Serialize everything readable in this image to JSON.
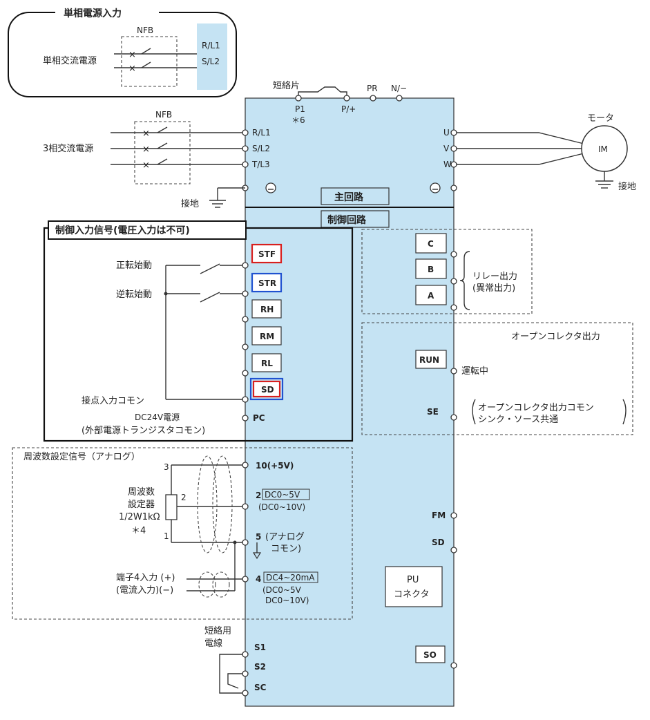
{
  "colors": {
    "panel": "#c5e3f3",
    "red_box": "#d8201e",
    "blue_box": "#2052d0",
    "frame": "#111111"
  },
  "single_phase": {
    "title": "単相電源入力",
    "nfb": "NFB",
    "source": "単相交流電源",
    "r": "R/L1",
    "s": "S/L2"
  },
  "three_phase": {
    "nfb": "NFB",
    "source": "3相交流電源",
    "r": "R/L1",
    "s": "S/L2",
    "t": "T/L3",
    "ground": "接地"
  },
  "top_terminals": {
    "jumper": "短絡片",
    "p1": "P1",
    "note6": "＊6",
    "pplus": "P/+",
    "pr": "PR",
    "nminus": "N/−"
  },
  "motor": {
    "label": "モータ",
    "im": "IM",
    "u": "U",
    "v": "V",
    "w": "W",
    "ground": "接地"
  },
  "main_circuit": "主回路",
  "control_circuit": "制御回路",
  "control_input": {
    "title": "制御入力信号(電圧入力は不可)",
    "forward": "正転始動",
    "reverse": "逆転始動",
    "common": "接点入力コモン",
    "dc24_line1": "DC24V電源",
    "dc24_line2": "(外部電源トランジスタコモン)",
    "terminals": [
      "STF",
      "STR",
      "RH",
      "RM",
      "RL",
      "SD"
    ],
    "pc": "PC"
  },
  "relay": {
    "terminals": [
      "C",
      "B",
      "A"
    ],
    "label1": "リレー出力",
    "label2": "(異常出力)"
  },
  "oc": {
    "title": "オープンコレクタ出力",
    "run": "RUN",
    "running": "運転中",
    "se": "SE",
    "se_desc1": "オープンコレクタ出力コモン",
    "se_desc2": "シンク・ソース共通"
  },
  "analog": {
    "title": "周波数設定信号（アナログ）",
    "pot1": "周波数",
    "pot2": "設定器",
    "pot3": "1/2W1kΩ",
    "note4": "＊4",
    "pin3": "3",
    "pin2": "2",
    "pin1": "1",
    "t10": "10(+5V)",
    "t2": "2",
    "t2_range1": "DC0~5V",
    "t2_range2": "(DC0~10V)",
    "t5": "5",
    "t5_desc1": "(アナログ",
    "t5_desc2": "コモン)",
    "t4": "4",
    "t4_range1": "DC4~20mA",
    "t4_range2": "(DC0~5V",
    "t4_range3": "DC0~10V)",
    "input4_1": "端子4入力 (+)",
    "input4_2": "(電流入力)(−)"
  },
  "right_outputs": {
    "fm": "FM",
    "sd": "SD",
    "pu1": "PU",
    "pu2": "コネクタ",
    "so": "SO"
  },
  "bottom": {
    "wire1": "短絡用",
    "wire2": "電線",
    "s1": "S1",
    "s2": "S2",
    "sc": "SC"
  }
}
